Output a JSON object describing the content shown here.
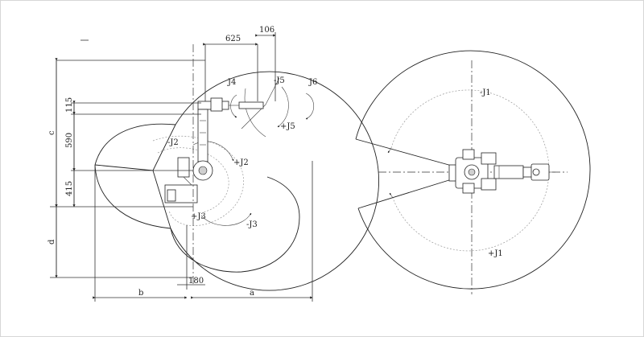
{
  "colors": {
    "line": "#222222",
    "dashed": "#999999",
    "frame": "#d6d6d6"
  },
  "side_view": {
    "dimensions": {
      "top_offset": "625",
      "top_width": "106",
      "vert_1": "115",
      "vert_2": "590",
      "vert_3": "415",
      "vert_c": "c",
      "vert_d": "d",
      "bottom_b": "b",
      "bottom_180": "180",
      "bottom_a": "a"
    },
    "joints": {
      "j4": "J4",
      "j5_minus": "-J5",
      "j5_plus": "+J5",
      "j6": "J6",
      "j2_minus": "-J2",
      "j2_plus": "+J2",
      "j3_plus": "+J3",
      "j3_minus": "-J3"
    }
  },
  "top_view": {
    "joints": {
      "j1_minus": "-J1",
      "j1_plus": "+J1"
    }
  }
}
